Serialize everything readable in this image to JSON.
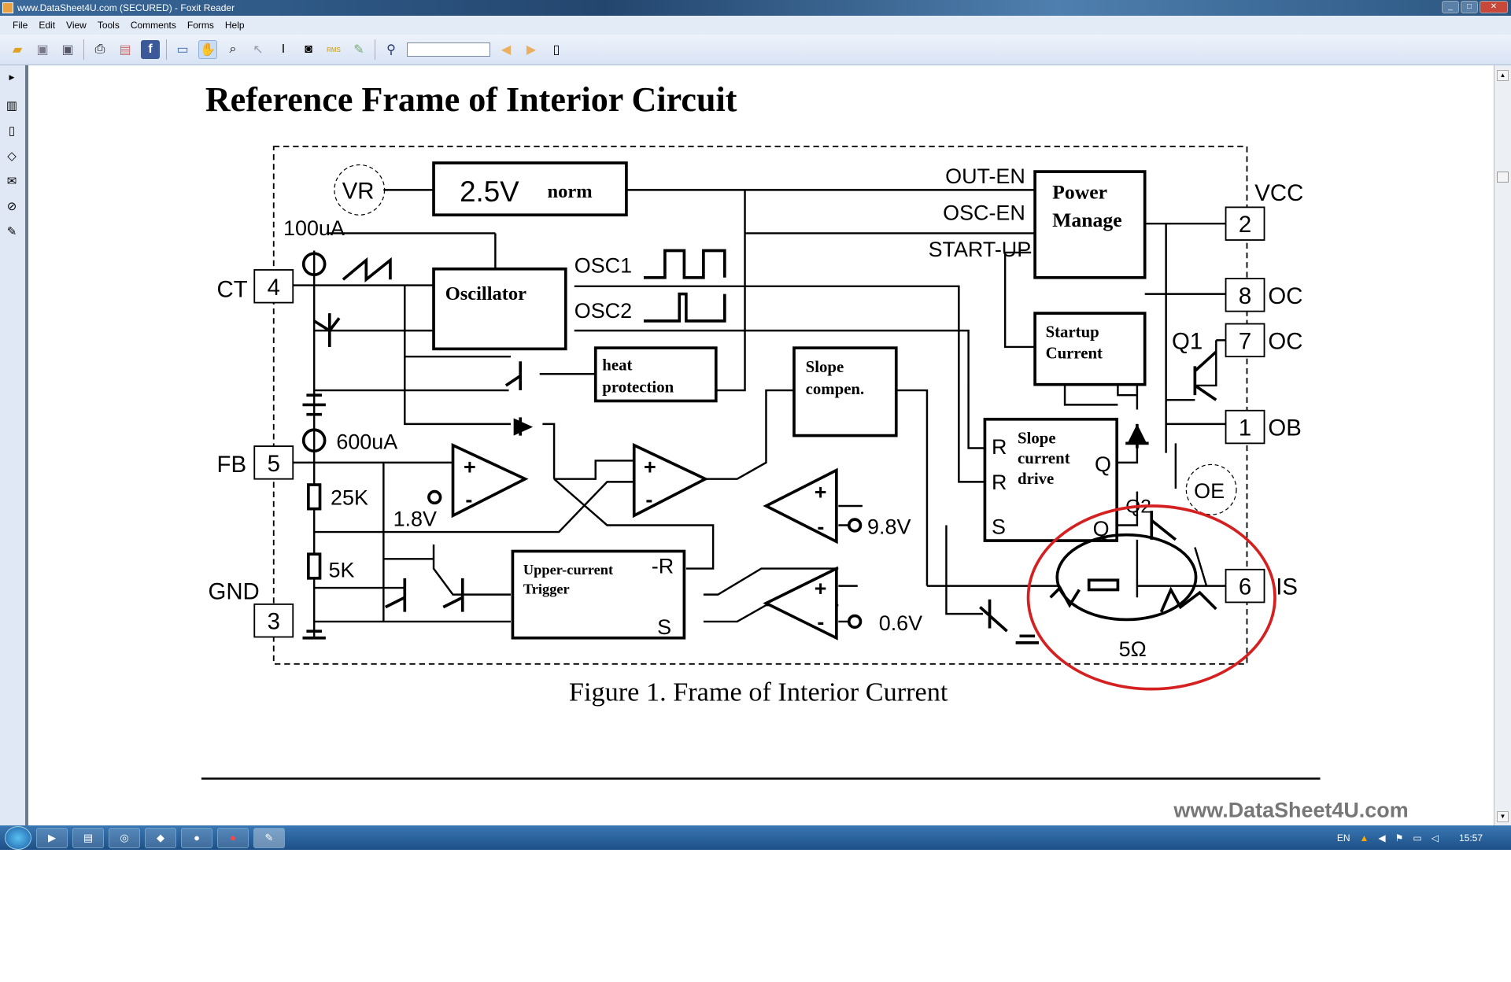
{
  "window": {
    "title": "www.DataSheet4U.com  (SECURED) - Foxit Reader"
  },
  "menu": [
    "File",
    "Edit",
    "View",
    "Tools",
    "Comments",
    "Forms",
    "Help"
  ],
  "toolbar": {
    "search_value": "",
    "icons": [
      "open-icon",
      "save-icon",
      "save-as-icon",
      "print-icon",
      "properties-icon",
      "facebook-icon",
      "full-screen-icon",
      "hand-tool-icon",
      "zoom-tool-icon",
      "select-icon",
      "text-select-icon",
      "snapshot-icon",
      "rms-lock-icon",
      "sign-icon",
      "find-icon",
      "previous-icon",
      "next-icon",
      "document-icon"
    ],
    "rms_label": "RMS"
  },
  "document": {
    "heading": "Reference Frame of Interior Circuit",
    "caption": "Figure 1. Frame of Interior Current",
    "watermark": "www.DataSheet4U.com",
    "circuit": {
      "vr": "VR",
      "ref_voltage": "2.5V",
      "ref_norm": "norm",
      "i100": "100uA",
      "i600": "600uA",
      "ct": "CT",
      "fb": "FB",
      "gnd": "GND",
      "pin4": "4",
      "pin5": "5",
      "pin3": "3",
      "pin2": "2",
      "pin8": "8",
      "pin7": "7",
      "pin1": "1",
      "pin6": "6",
      "vcc": "VCC",
      "oc8": "OC",
      "oc7": "OC",
      "ob": "OB",
      "is": "IS",
      "oe": "OE",
      "q1": "Q1",
      "q2": "Q2",
      "oscillator": "Oscillator",
      "osc1": "OSC1",
      "osc2": "OSC2",
      "heat1": "heat",
      "heat2": "protection",
      "slope1": "Slope",
      "slope2": "compen.",
      "out_en": "OUT-EN",
      "osc_en": "OSC-EN",
      "start_up": "START-UP",
      "pm1": "Power",
      "pm2": "Manage",
      "sc1": "Startup",
      "sc2": "Current",
      "scd1": "Slope",
      "scd2": "current",
      "scd3": "drive",
      "scd_r1": "R",
      "scd_r2": "R",
      "scd_s": "S",
      "scd_q1": "Q",
      "scd_q2": "Q",
      "uct1": "Upper-current",
      "uct2": "Trigger",
      "uct_r": "-R",
      "uct_s": "S",
      "r25k": "25K",
      "r5k": "5K",
      "v18": "1.8V",
      "v98": "9.8V",
      "v06": "0.6V",
      "r5": "5Ω",
      "plus": "+",
      "minus": "-"
    },
    "annotation_color": "#d42020"
  },
  "taskbar": {
    "lang": "EN",
    "clock": "15:57"
  }
}
